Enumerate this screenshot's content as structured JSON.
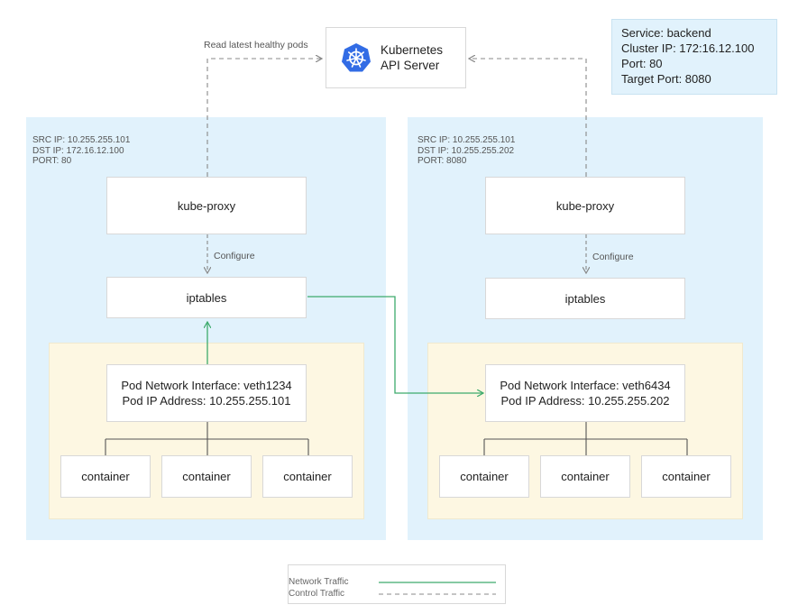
{
  "api_server": {
    "line1": "Kubernetes",
    "line2": "API Server"
  },
  "service_box": {
    "lines": [
      "Service: backend",
      "Cluster IP: 172:16.12.100",
      "Port: 80",
      "Target Port: 8080"
    ]
  },
  "left_node": {
    "packet": [
      "SRC IP: 10.255.255.101",
      "DST IP: 172.16.12.100",
      "PORT: 80"
    ],
    "kube_proxy": "kube-proxy",
    "configure": "Configure",
    "iptables": "iptables",
    "pod_interface": [
      "Pod Network Interface: veth1234",
      "Pod IP Address: 10.255.255.101"
    ],
    "containers": [
      "container",
      "container",
      "container"
    ]
  },
  "right_node": {
    "packet": [
      "SRC IP: 10.255.255.101",
      "DST IP: 10.255.255.202",
      "PORT: 8080"
    ],
    "kube_proxy": "kube-proxy",
    "configure": "Configure",
    "iptables": "iptables",
    "pod_interface": [
      "Pod Network Interface: veth6434",
      "Pod IP Address: 10.255.255.202"
    ],
    "containers": [
      "container",
      "container",
      "container"
    ]
  },
  "read_pods_label": "Read latest healthy pods",
  "legend": {
    "network": "Network Traffic",
    "control": "Control Traffic"
  },
  "colors": {
    "network": "#3daa6c",
    "control": "#888888",
    "node_bg": "#e1f2fc",
    "pod_bg": "#fdf7e2",
    "k8s_blue": "#326ce5"
  }
}
